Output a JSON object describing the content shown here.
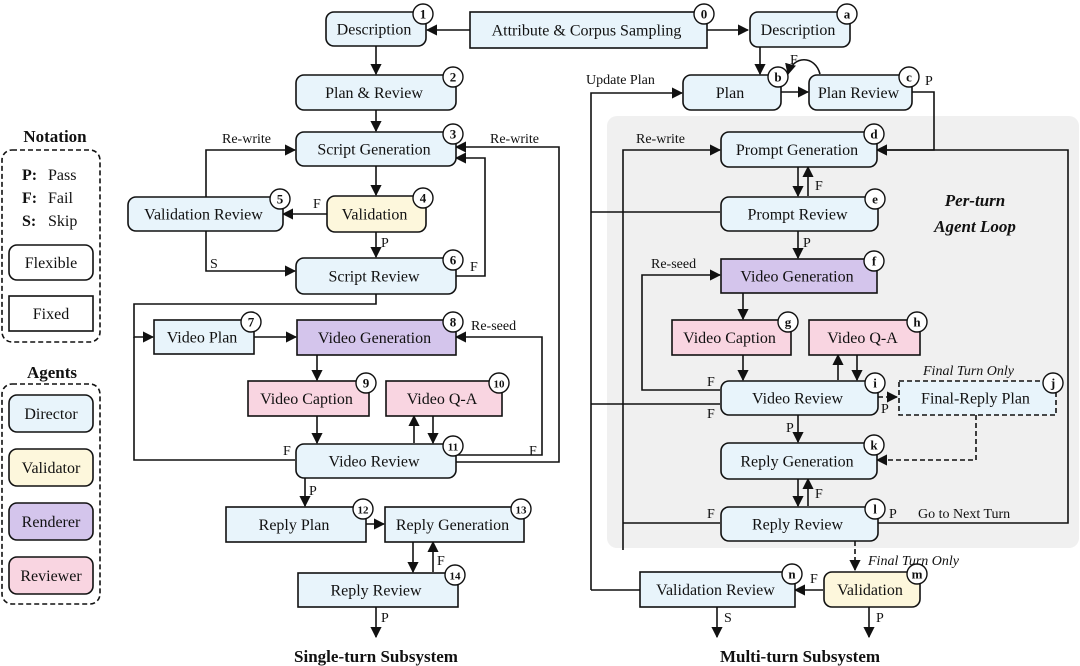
{
  "colors": {
    "director": "#e8f4fb",
    "validator": "#fdf7dc",
    "renderer": "#d4c5ec",
    "reviewer": "#f9d5e1",
    "panel": "#f0f0f0",
    "stroke": "#111111"
  },
  "captions": {
    "single_turn": "Single-turn Subsystem",
    "multi_turn": "Multi-turn Subsystem"
  },
  "loop_title": "Per-turn Agent Loop",
  "notation": {
    "title": "Notation",
    "items": [
      {
        "key": "P:",
        "value": "Pass"
      },
      {
        "key": "F:",
        "value": "Fail"
      },
      {
        "key": "S:",
        "value": "Skip"
      }
    ],
    "flexible": "Flexible",
    "fixed": "Fixed"
  },
  "agents": {
    "title": "Agents",
    "items": [
      "Director",
      "Validator",
      "Renderer",
      "Reviewer"
    ]
  },
  "nodes": {
    "n0": {
      "label": "Attribute & Corpus Sampling",
      "badge": "0"
    },
    "n1": {
      "label": "Description",
      "badge": "1"
    },
    "n2": {
      "label": "Plan & Review",
      "badge": "2"
    },
    "n3": {
      "label": "Script Generation",
      "badge": "3"
    },
    "n4": {
      "label": "Validation",
      "badge": "4"
    },
    "n5": {
      "label": "Validation Review",
      "badge": "5"
    },
    "n6": {
      "label": "Script Review",
      "badge": "6"
    },
    "n7": {
      "label": "Video Plan",
      "badge": "7"
    },
    "n8": {
      "label": "Video Generation",
      "badge": "8"
    },
    "n9": {
      "label": "Video Caption",
      "badge": "9"
    },
    "n10": {
      "label": "Video Q-A",
      "badge": "10"
    },
    "n11": {
      "label": "Video Review",
      "badge": "11"
    },
    "n12": {
      "label": "Reply Plan",
      "badge": "12"
    },
    "n13": {
      "label": "Reply Generation",
      "badge": "13"
    },
    "n14": {
      "label": "Reply Review",
      "badge": "14"
    },
    "na": {
      "label": "Description",
      "badge": "a"
    },
    "nb": {
      "label": "Plan",
      "badge": "b"
    },
    "nc": {
      "label": "Plan Review",
      "badge": "c"
    },
    "nd": {
      "label": "Prompt Generation",
      "badge": "d"
    },
    "ne": {
      "label": "Prompt Review",
      "badge": "e"
    },
    "nf": {
      "label": "Video Generation",
      "badge": "f"
    },
    "ng": {
      "label": "Video Caption",
      "badge": "g"
    },
    "nh": {
      "label": "Video Q-A",
      "badge": "h"
    },
    "ni": {
      "label": "Video Review",
      "badge": "i"
    },
    "nj": {
      "label": "Final-Reply Plan",
      "badge": "j"
    },
    "nk": {
      "label": "Reply Generation",
      "badge": "k"
    },
    "nl": {
      "label": "Reply Review",
      "badge": "l"
    },
    "nm": {
      "label": "Validation",
      "badge": "m"
    },
    "nn": {
      "label": "Validation Review",
      "badge": "n"
    }
  },
  "edge_labels": {
    "rewrite_left": "Re-write",
    "rewrite_right": "Re-write",
    "f_4_5": "F",
    "p_4_6": "P",
    "s_5_6": "S",
    "f_6": "F",
    "reseed_8": "Re-seed",
    "f_11_left": "F",
    "f_11_right": "F",
    "p_11_12": "P",
    "f_14_13": "F",
    "p_14": "P",
    "update_plan": "Update Plan",
    "f_bc": "F",
    "p_c": "P",
    "rewrite_d": "Re-write",
    "f_e_d": "F",
    "p_e_f": "P",
    "reseed_f": "Re-seed",
    "f_i_top": "F",
    "f_i_bottom": "F",
    "p_i_j": "P",
    "final_turn_j": "Final Turn Only",
    "p_i_k": "P",
    "f_l_k": "F",
    "f_l": "F",
    "p_l": "P",
    "next_turn": "Go to Next Turn",
    "final_turn_m": "Final Turn Only",
    "f_m_n": "F",
    "s_n": "S",
    "p_m": "P"
  }
}
